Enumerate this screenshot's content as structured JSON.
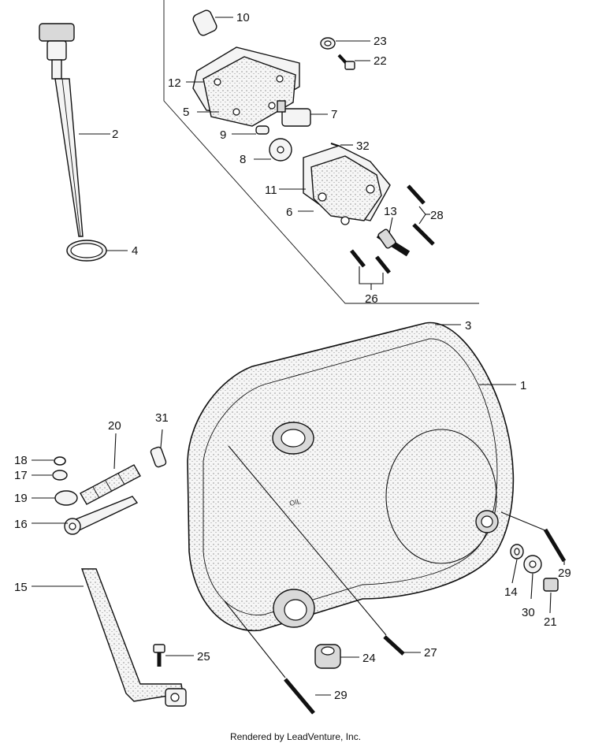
{
  "diagram": {
    "callouts": [
      "1",
      "2",
      "3",
      "4",
      "5",
      "6",
      "7",
      "8",
      "9",
      "10",
      "11",
      "12",
      "13",
      "14",
      "15",
      "16",
      "17",
      "18",
      "19",
      "20",
      "21",
      "22",
      "23",
      "24",
      "25",
      "26",
      "27",
      "28",
      "29",
      "29",
      "30",
      "31",
      "32"
    ],
    "footer": "Rendered by LeadVenture, Inc."
  }
}
